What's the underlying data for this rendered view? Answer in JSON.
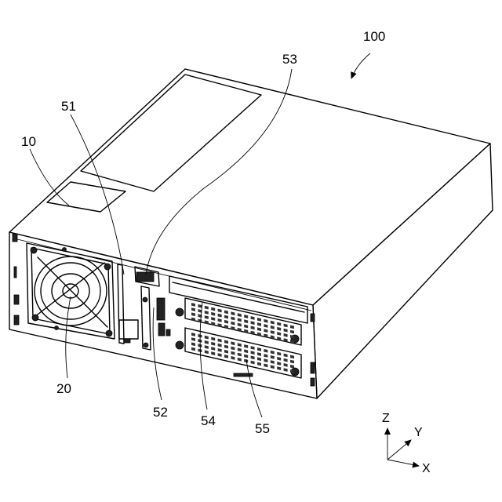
{
  "labels": {
    "device": "100",
    "housing": "10",
    "fan": "20",
    "panel_a": "51",
    "port_b": "52",
    "port_c": "53",
    "card_top": "54",
    "card_bottom": "55"
  },
  "axes": {
    "z": "Z",
    "y": "Y",
    "x": "X"
  }
}
